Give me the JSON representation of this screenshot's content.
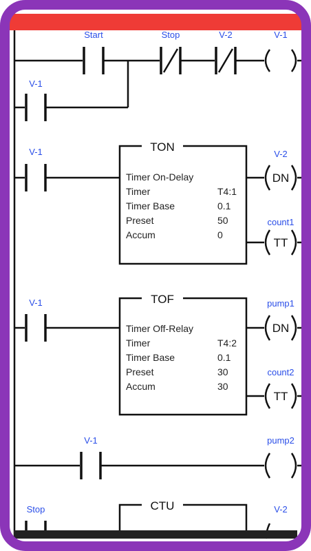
{
  "colors": {
    "frame": "#8b35b8",
    "header": "#ef3b36",
    "label": "#2a4ee8"
  },
  "rung1": {
    "start": "Start",
    "stop": "Stop",
    "v2": "V-2",
    "coil": "V-1",
    "branch": "V-1"
  },
  "rung2": {
    "contact": "V-1",
    "block": {
      "title": "TON",
      "type": "Timer On-Delay",
      "rows": [
        {
          "label": "Timer",
          "value": "T4:1"
        },
        {
          "label": "Timer Base",
          "value": "0.1"
        },
        {
          "label": "Preset",
          "value": "50"
        },
        {
          "label": "Accum",
          "value": "0"
        }
      ]
    },
    "out1": {
      "name": "V-2",
      "bit": "DN"
    },
    "out2": {
      "name": "count1",
      "bit": "TT"
    }
  },
  "rung3": {
    "contact": "V-1",
    "block": {
      "title": "TOF",
      "type": "Timer Off-Relay",
      "rows": [
        {
          "label": "Timer",
          "value": "T4:2"
        },
        {
          "label": "Timer Base",
          "value": "0.1"
        },
        {
          "label": "Preset",
          "value": "30"
        },
        {
          "label": "Accum",
          "value": "30"
        }
      ]
    },
    "out1": {
      "name": "pump1",
      "bit": "DN"
    },
    "out2": {
      "name": "count2",
      "bit": "TT"
    }
  },
  "rung4": {
    "contact": "V-1",
    "coil": "pump2"
  },
  "rung5": {
    "contact": "Stop",
    "title": "CTU",
    "coil": "V-2"
  }
}
